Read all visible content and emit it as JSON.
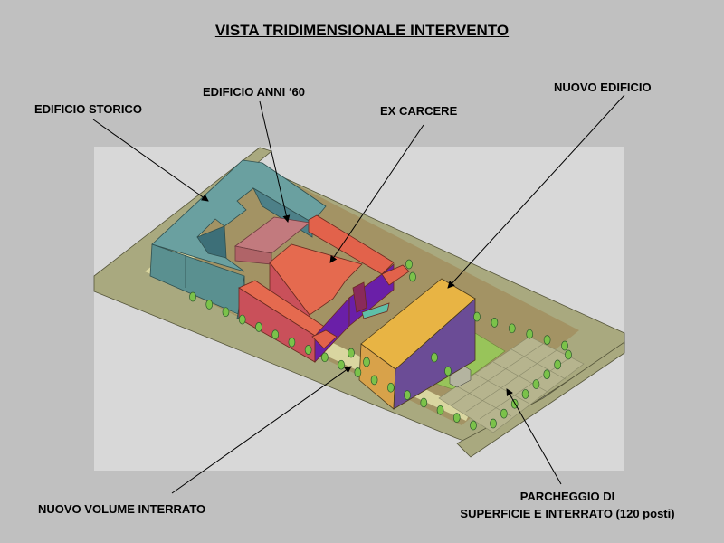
{
  "title": "VISTA TRIDIMENSIONALE INTERVENTO",
  "labels": {
    "edificio_storico": "EDIFICIO STORICO",
    "edificio_anni_60": "EDIFICIO ANNI ‘60",
    "ex_carcere": "EX CARCERE",
    "nuovo_edificio": "NUOVO EDIFICIO",
    "nuovo_volume_interrato": "NUOVO VOLUME INTERRATO",
    "parcheggio_line1": "PARCHEGGIO DI",
    "parcheggio_line2": "SUPERFICIE E INTERRATO (120 posti)"
  },
  "colors": {
    "background": "#c0c0c0",
    "canvas": "#d8d8d8",
    "ground": "#a9a97f",
    "storico": "#5f9696",
    "anni60": "#c06f72",
    "carcere": "#e2624b",
    "carcere_side": "#6a1fa8",
    "nuovo": "#e8b444",
    "nuovo_side": "#6b4c96",
    "lawn": "#98c45a",
    "tree": "#7bc24a"
  }
}
